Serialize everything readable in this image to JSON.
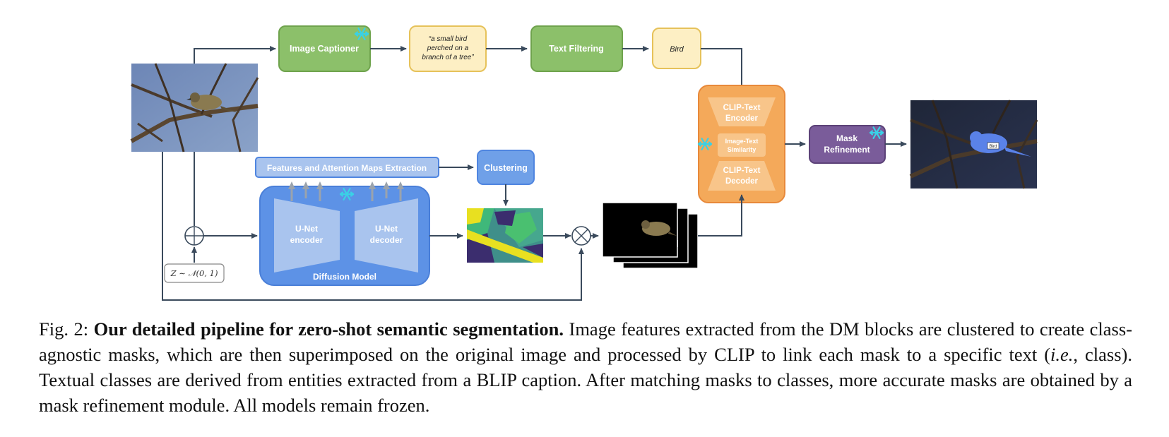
{
  "diagram": {
    "image_captioner": "Image Captioner",
    "caption_text": [
      "“a small bird",
      "perched on a",
      "branch of a tree”"
    ],
    "text_filtering": "Text Filtering",
    "bird_label": "Bird",
    "clip_text_encoder": [
      "CLIP-Text",
      "Encoder"
    ],
    "image_text_similarity": [
      "Image-Text",
      "Similarity"
    ],
    "clip_text_decoder": [
      "CLIP-Text",
      "Decoder"
    ],
    "mask_refinement": [
      "Mask",
      "Refinement"
    ],
    "result_tag": "Bird",
    "features_extraction": "Features and Attention Maps Extraction",
    "clustering": "Clustering",
    "unet_encoder": [
      "U-Net",
      "encoder"
    ],
    "unet_decoder": [
      "U-Net",
      "decoder"
    ],
    "diffusion_model": "Diffusion Model",
    "noise_label": "Z ∼ 𝒩(0, 1)"
  },
  "caption": {
    "prefix": "Fig. 2: ",
    "title": "Our detailed pipeline for zero-shot semantic segmentation.",
    "body_1": " Image features extracted from the DM blocks are clustered to create class-agnostic masks, which are then superimposed on the original image and processed by CLIP to link each mask to a specific text (",
    "ie": "i.e.",
    "body_2": ", class). Textual classes are derived from entities extracted from a BLIP caption. After matching masks to classes, more accurate masks are obtained by a mask refinement module. All models remain frozen."
  },
  "colors": {
    "green_box": "#8cc06a",
    "yellow_box": "#fdefc4",
    "blue_box": "#6fa0e8",
    "orange_box": "#f4a95a",
    "purple_box": "#7a5c9a",
    "arrow": "#3a4a5c",
    "snowflake": "#3ad1e6"
  }
}
